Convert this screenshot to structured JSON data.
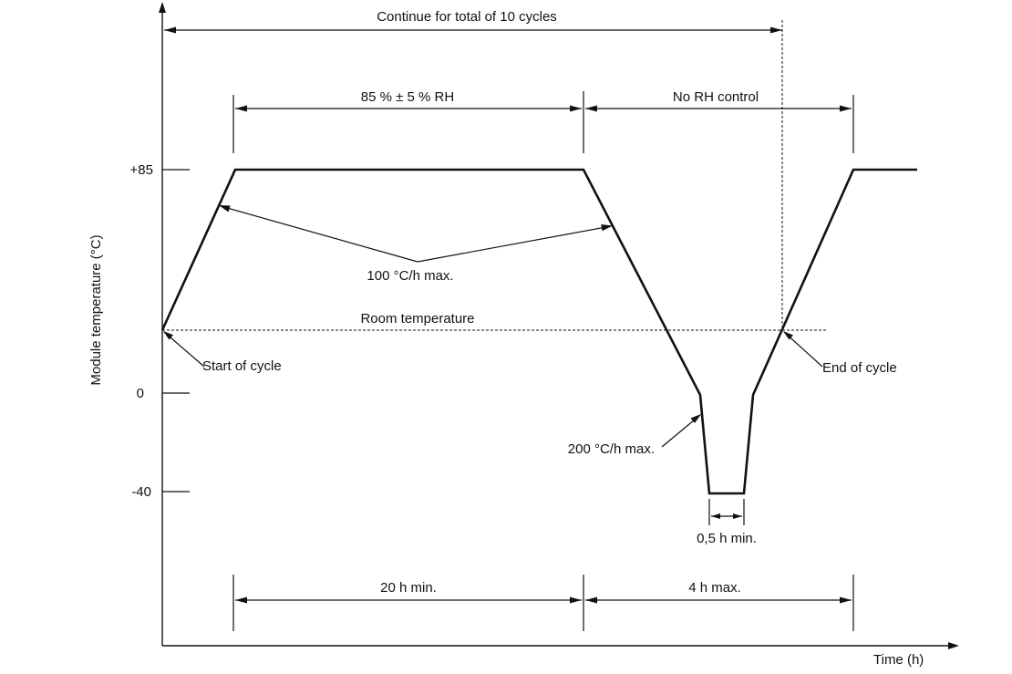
{
  "labels": {
    "total_cycles": "Continue for total of 10 cycles",
    "rh_control": "85 % ± 5 % RH",
    "no_rh_control": "No RH control",
    "heat_ramp": "100 °C/h max.",
    "room_temperature": "Room temperature",
    "start_of_cycle": "Start of cycle",
    "end_of_cycle": "End of cycle",
    "cool_ramp": "200 °C/h max.",
    "dwell_low": "0,5 h min.",
    "dwell_high": "20 h min.",
    "cold_phase": "4 h max."
  },
  "axes": {
    "y_label": "Module temperature   (°C)",
    "x_label": "Time   (h)",
    "y_ticks": [
      "+85",
      "0",
      "-40"
    ]
  }
}
